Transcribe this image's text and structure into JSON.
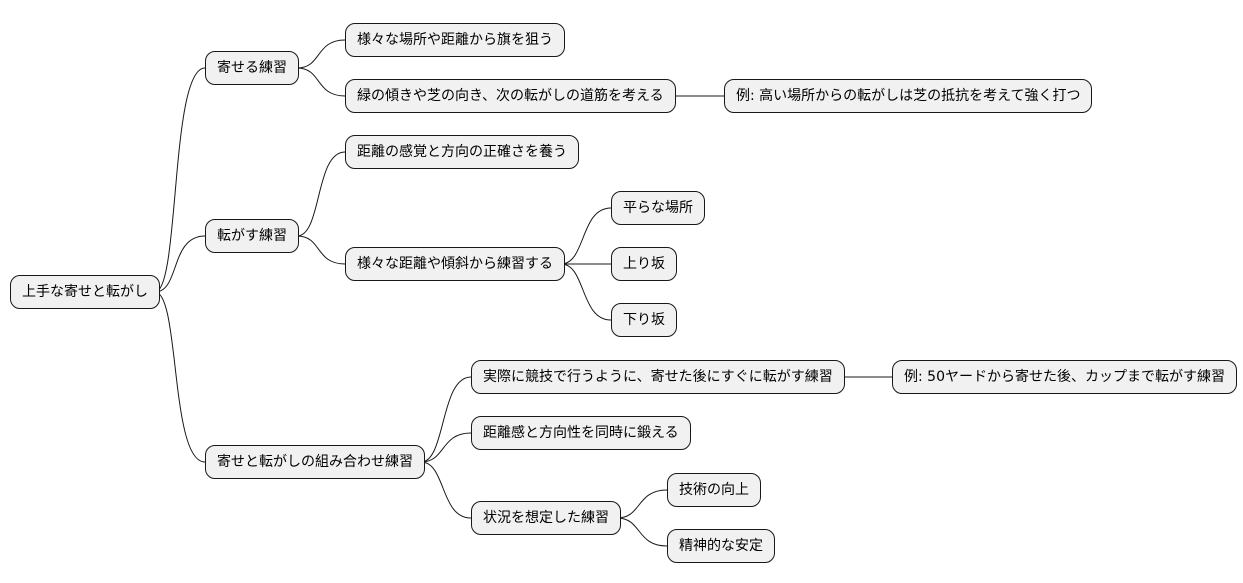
{
  "mindmap": {
    "root": {
      "label": "上手な寄せと転がし"
    },
    "branches": [
      {
        "label": "寄せる練習",
        "children": [
          {
            "label": "様々な場所や距離から旗を狙う"
          },
          {
            "label": "緑の傾きや芝の向き、次の転がしの道筋を考える",
            "children": [
              {
                "label": "例: 高い場所からの転がしは芝の抵抗を考えて強く打つ"
              }
            ]
          }
        ]
      },
      {
        "label": "転がす練習",
        "children": [
          {
            "label": "距離の感覚と方向の正確さを養う"
          },
          {
            "label": "様々な距離や傾斜から練習する",
            "children": [
              {
                "label": "平らな場所"
              },
              {
                "label": "上り坂"
              },
              {
                "label": "下り坂"
              }
            ]
          }
        ]
      },
      {
        "label": "寄せと転がしの組み合わせ練習",
        "children": [
          {
            "label": "実際に競技で行うように、寄せた後にすぐに転がす練習",
            "children": [
              {
                "label": "例: 50ヤードから寄せた後、カップまで転がす練習"
              }
            ]
          },
          {
            "label": "距離感と方向性を同時に鍛える"
          },
          {
            "label": "状況を想定した練習",
            "children": [
              {
                "label": "技術の向上"
              },
              {
                "label": "精神的な安定"
              }
            ]
          }
        ]
      }
    ]
  }
}
